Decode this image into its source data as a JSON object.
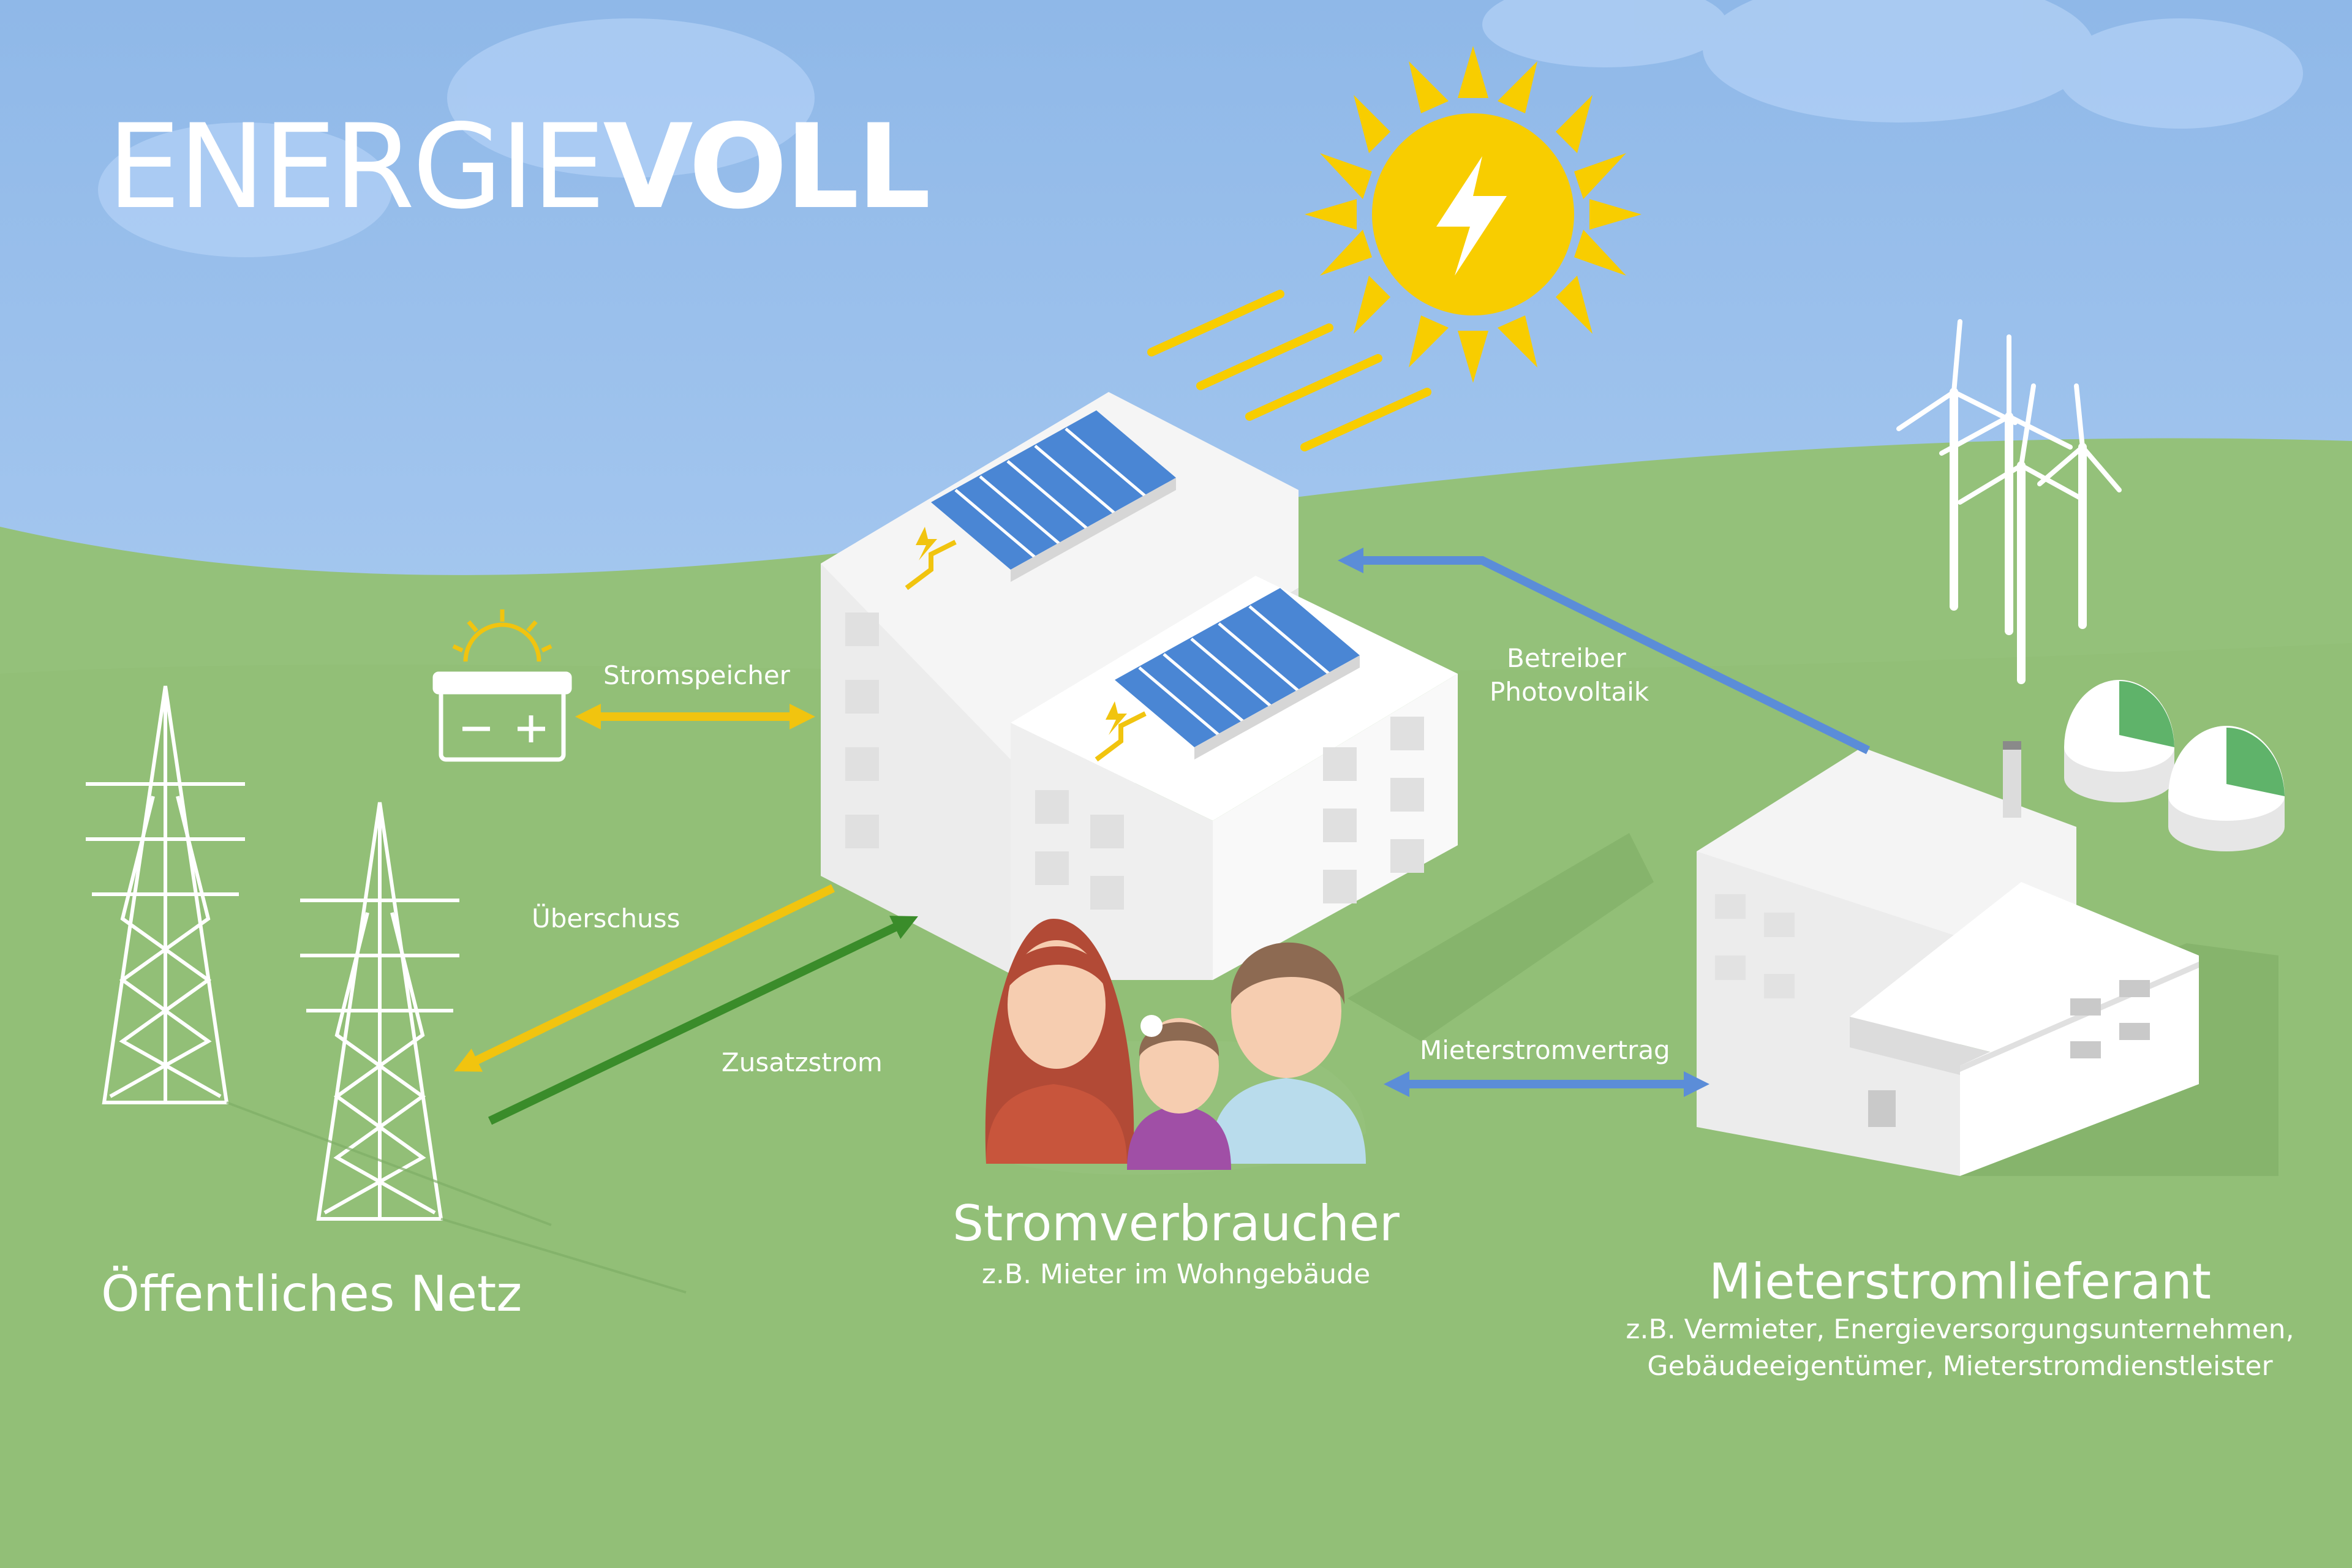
{
  "logo": {
    "part1": "ENERGIE",
    "part2": "VOLL"
  },
  "labels": {
    "stromspeicher": "Stromspeicher",
    "ueberschuss": "Überschuss",
    "zusatzstrom": "Zusatzstrom",
    "betreiber_line1": "Betreiber",
    "betreiber_line2": "Photovoltaik",
    "mieterstromvertrag": "Mieterstromvertrag"
  },
  "sections": {
    "netz": {
      "title": "Öffentliches Netz"
    },
    "verbraucher": {
      "title": "Stromverbraucher",
      "subtitle": "z.B. Mieter im Wohngebäude"
    },
    "lieferant": {
      "title": "Mieterstromlieferant",
      "subtitle_line1": "z.B. Vermieter, Energieversorgungsunternehmen,",
      "subtitle_line2": "Gebäudeeigentümer, Mieterstromdienstleister"
    }
  },
  "icons": [
    "sun-icon",
    "battery-icon",
    "power-pylon-icon",
    "wind-turbine-icon",
    "biogas-dome-icon",
    "residential-building-icon",
    "factory-icon",
    "family-icon",
    "solar-panel-icon"
  ],
  "colors": {
    "sky": "#9fc6ee",
    "grass": "#94c17a",
    "sun": "#f8cd00",
    "arrow_yellow": "#f1c40f",
    "arrow_green": "#3a8c2a",
    "arrow_blue": "#5b8dd8"
  }
}
